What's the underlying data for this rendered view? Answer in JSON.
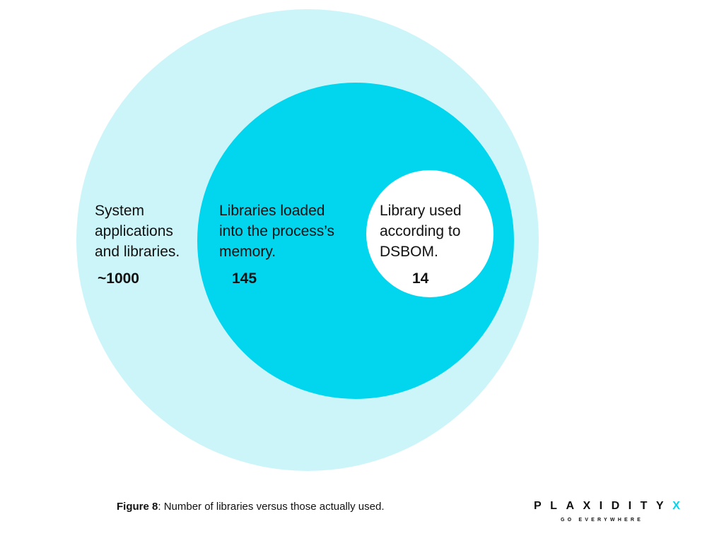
{
  "diagram": {
    "outer": {
      "label": "System\napplications\nand libraries.",
      "count": "~1000",
      "color": "#ccf5fa"
    },
    "middle": {
      "label": "Libraries loaded\ninto the process’s\nmemory.",
      "count": "145",
      "color": "#01d6ee"
    },
    "inner": {
      "label": "Library used\naccording to\nDSBOM.",
      "count": "14",
      "color": "#ffffff"
    }
  },
  "caption": {
    "prefix": "Figure 8",
    "text": ": Number of libraries versus those actually used."
  },
  "logo": {
    "word": "PLAXIDITY",
    "accent": "X",
    "accent_color": "#01d6ee",
    "tagline": "GO EVERYWHERE"
  }
}
